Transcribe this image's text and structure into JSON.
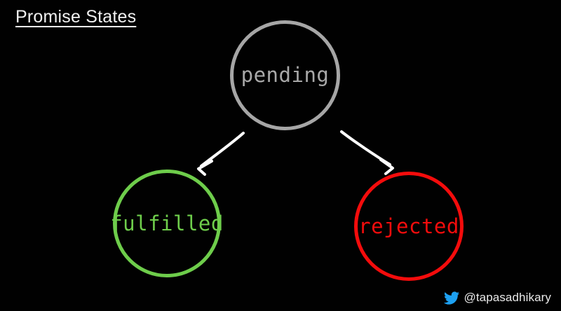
{
  "slide": {
    "background_color": "#010101",
    "title": "Promise States"
  },
  "nodes": [
    {
      "id": "pending",
      "label": "pending",
      "border_color": "#a6a6a6",
      "text_color": "#a8a8a8"
    },
    {
      "id": "fulfilled",
      "label": "fulfilled",
      "border_color": "#6ecd4b",
      "text_color": "#6ecd4b"
    },
    {
      "id": "rejected",
      "label": "rejected",
      "border_color": "#f40c0c",
      "text_color": "#f40c0c"
    }
  ],
  "arrows": [
    {
      "id": "pending-to-fulfilled",
      "color": "#ffffff",
      "from": "pending",
      "to": "fulfilled"
    },
    {
      "id": "pending-to-rejected",
      "color": "#ffffff",
      "from": "pending",
      "to": "rejected"
    }
  ],
  "footer": {
    "icon": "twitter-bird-icon",
    "icon_color": "#1da1f2",
    "handle": "@tapasadhikary",
    "text_color": "#e9e9e9"
  }
}
